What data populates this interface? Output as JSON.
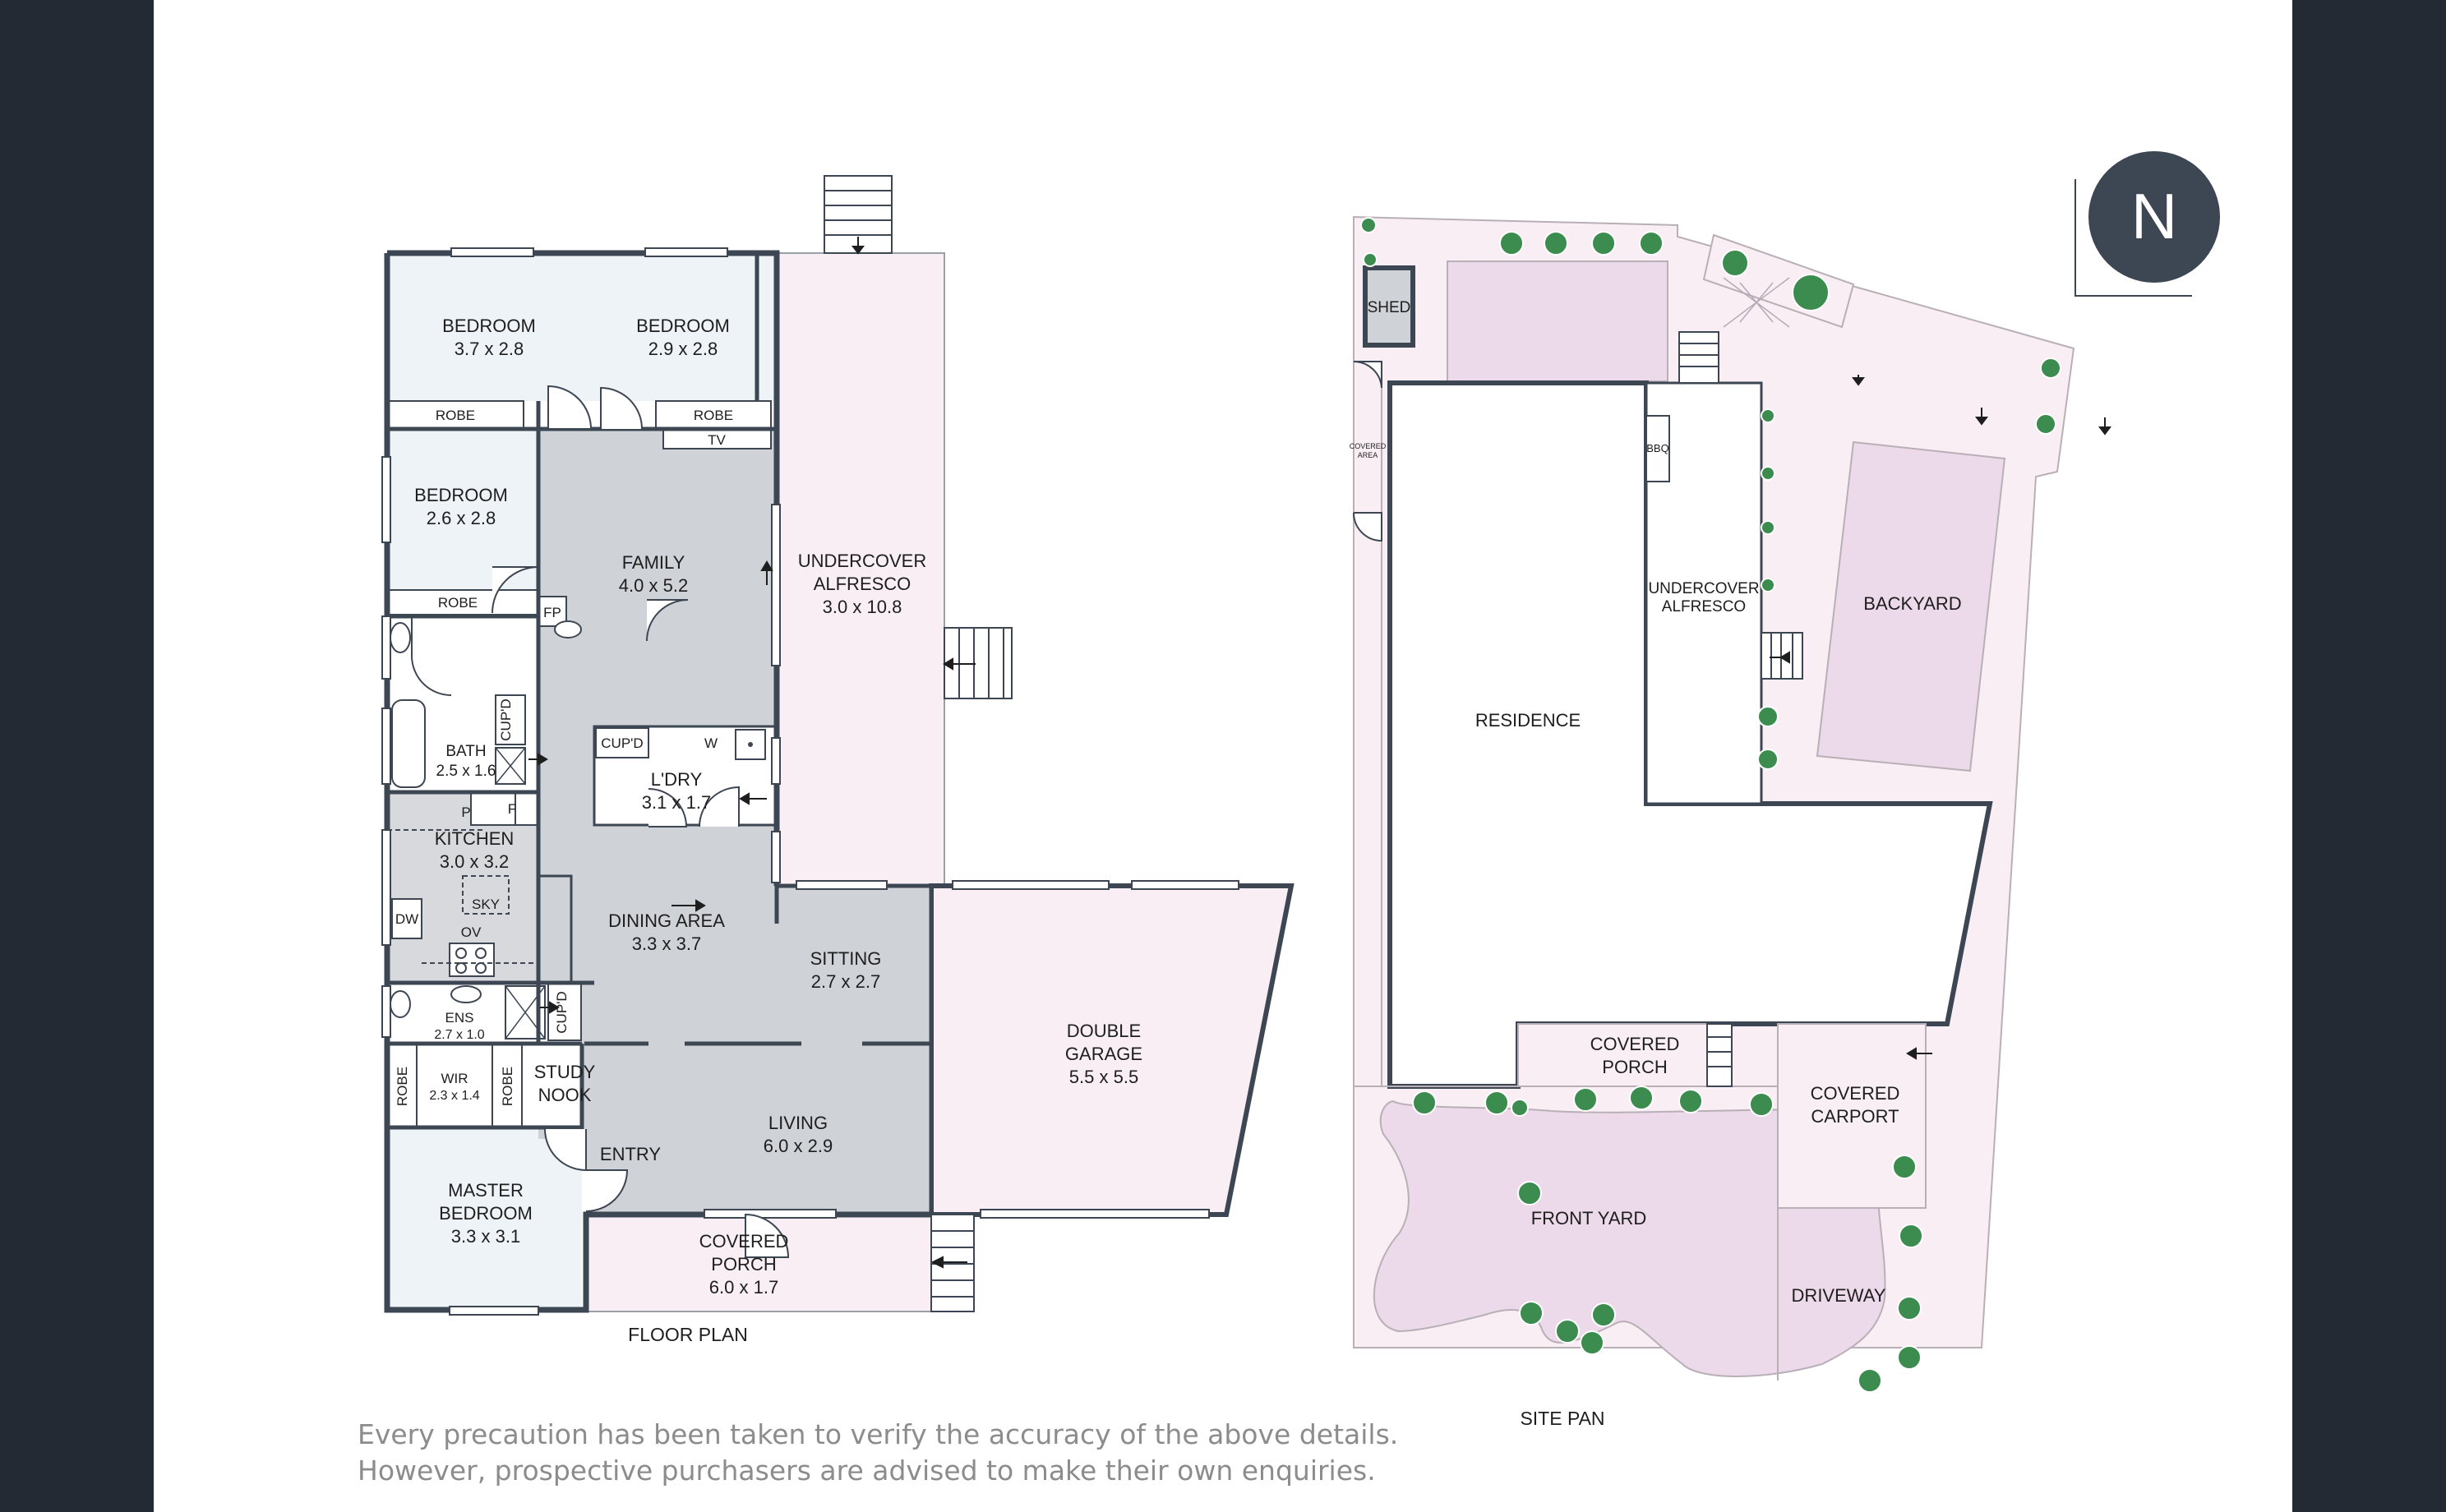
{
  "colors": {
    "frame": "#232a33",
    "wall": "#3d4653",
    "room_fill": "#ffffff",
    "bedroom_fill": "#eef3f7",
    "living_fill": "#cfd2d6",
    "outdoor_fill": "#f8eef4",
    "yard_fill": "#ecd9ea",
    "tree": "#3c8c4f",
    "compass": "#3d4653"
  },
  "compass": {
    "letter": "N"
  },
  "floor_plan": {
    "caption": "FLOOR PLAN",
    "rooms": {
      "bedroom1": {
        "name": "BEDROOM",
        "size": "3.7 x 2.8"
      },
      "bedroom2": {
        "name": "BEDROOM",
        "size": "2.9 x 2.8"
      },
      "bedroom3": {
        "name": "BEDROOM",
        "size": "2.6 x 2.8"
      },
      "family": {
        "name": "FAMILY",
        "size": "4.0 x 5.2"
      },
      "alfresco": {
        "name1": "UNDERCOVER",
        "name2": "ALFRESCO",
        "size": "3.0 x 10.8"
      },
      "bath": {
        "name": "BATH",
        "size": "2.5 x 1.6"
      },
      "laundry": {
        "name": "L'DRY",
        "size": "3.1 x 1.7"
      },
      "kitchen": {
        "name": "KITCHEN",
        "size": "3.0 x 3.2"
      },
      "dining": {
        "name": "DINING AREA",
        "size": "3.3 x 3.7"
      },
      "sitting": {
        "name": "SITTING",
        "size": "2.7 x 2.7"
      },
      "garage": {
        "name1": "DOUBLE",
        "name2": "GARAGE",
        "size": "5.5 x 5.5"
      },
      "ensuite": {
        "name": "ENS",
        "size": "2.7 x 1.0"
      },
      "wir": {
        "name": "WIR",
        "size": "2.3 x 1.4"
      },
      "study": {
        "name1": "STUDY",
        "name2": "NOOK"
      },
      "living": {
        "name": "LIVING",
        "size": "6.0 x 2.9"
      },
      "entry": {
        "name": "ENTRY"
      },
      "master": {
        "name1": "MASTER",
        "name2": "BEDROOM",
        "size": "3.3 x 3.1"
      },
      "porch": {
        "name1": "COVERED",
        "name2": "PORCH",
        "size": "6.0 x 1.7"
      }
    },
    "fixtures": {
      "robe": "ROBE",
      "tv": "TV",
      "fp": "FP",
      "cupd": "CUP'D",
      "w": "W",
      "p": "P",
      "f": "F",
      "sky": "SKY",
      "dw": "DW",
      "ov": "OV"
    }
  },
  "site_plan": {
    "caption": "SITE PAN",
    "labels": {
      "shed": "SHED",
      "covered_area1": "COVERED",
      "covered_area2": "AREA",
      "bbq": "BBQ",
      "alfresco1": "UNDERCOVER",
      "alfresco2": "ALFRESCO",
      "backyard": "BACKYARD",
      "residence": "RESIDENCE",
      "porch1": "COVERED",
      "porch2": "PORCH",
      "carport1": "COVERED",
      "carport2": "CARPORT",
      "front_yard": "FRONT YARD",
      "driveway": "DRIVEWAY"
    }
  },
  "disclaimer": {
    "line1": "Every precaution has been taken to verify the accuracy of the above details.",
    "line2": "However, prospective purchasers are advised to make their own enquiries."
  }
}
